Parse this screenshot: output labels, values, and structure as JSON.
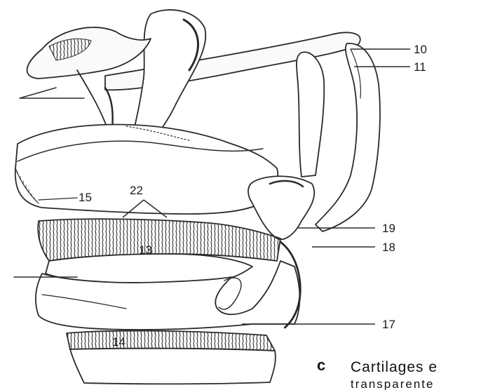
{
  "labels": {
    "l10": "10",
    "l11": "11",
    "l15": "15",
    "l22": "22",
    "l13": "13",
    "l19": "19",
    "l18": "18",
    "l17": "17",
    "l14": "14"
  },
  "caption": {
    "letter": "c",
    "line1": "Cartilages e",
    "line2": "transparente"
  },
  "colors": {
    "ink": "#2a2a2a",
    "paper": "#ffffff"
  }
}
